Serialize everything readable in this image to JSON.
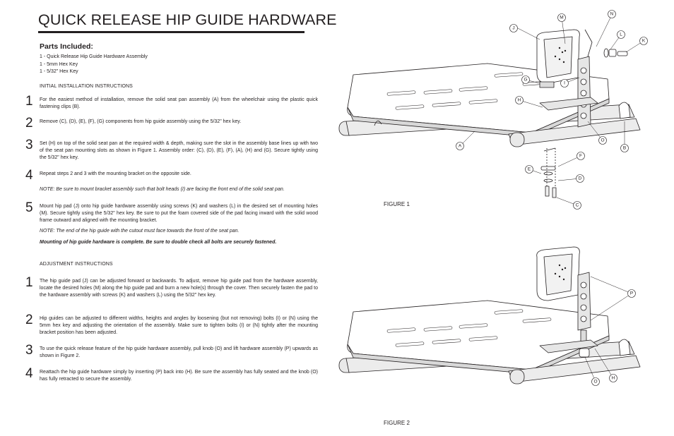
{
  "title": "QUICK RELEASE HIP GUIDE HARDWARE",
  "parts": {
    "heading": "Parts Included:",
    "items": [
      "1 - Quick Release Hip Guide Hardware Assembly",
      "1 - 5mm Hex Key",
      "1 - 5/32\" Hex Key"
    ]
  },
  "installation": {
    "heading": "INITIAL INSTALLATION INSTRUCTIONS",
    "steps": [
      {
        "num": "1",
        "text": "For the easiest method of installation, remove the solid seat pan assembly (A) from the wheelchair using the plastic quick fastening clips (B)."
      },
      {
        "num": "2",
        "text": "Remove (C), (D), (E), (F), (G) components from hip guide assembly using the 5/32\" hex key."
      },
      {
        "num": "3",
        "text": "Set (H) on top of the solid seat pan at the required width & depth, making sure the slot in the assembly base lines up with two of the seat pan mounting slots as shown in Figure 1.  Assembly order: (C), (D), (E), (F), (A), (H) and (G).  Secure tightly using the 5/32\" hex key."
      },
      {
        "num": "4",
        "text": "Repeat steps 2 and 3 with the mounting bracket on the opposite side."
      },
      {
        "num": "5",
        "text": "Mount hip pad (J) onto hip guide hardware assembly using screws (K) and washers (L) in the desired set of mounting holes (M).  Secure tightly using the 5/32\" hex key.  Be sure to put the foam covered side of the pad facing inward with the solid wood frame outward and aligned with the mounting bracket."
      }
    ],
    "note1": "NOTE: Be sure to mount bracket assembly such that bolt heads (I) are facing the front end of the solid seat pan.",
    "note2": "NOTE: The end of the hip guide with the cutout must face towards the front of the seat pan.",
    "note3": "Mounting of hip guide hardware is complete.  Be sure to double check all bolts are securely fastened."
  },
  "adjustment": {
    "heading": "ADJUSTMENT INSTRUCTIONS",
    "steps": [
      {
        "num": "1",
        "text": "The hip guide pad (J) can be adjusted forward or backwards.  To adjust, remove hip guide pad from the hardware assembly, locate the desired holes (M) along the hip guide pad and burn a new hole(s) through the cover.  Then securely fasten the pad to the hardware assembly with screws (K) and washers (L) using the 5/32\" hex key."
      },
      {
        "num": "2",
        "text": "Hip guides can be adjusted to different widths, heights and angles by loosening (but not removing) bolts (I) or (N) using the 5mm hex key and adjusting the orientation of the assembly.  Make sure to tighten bolts (I) or (N) tightly after the mounting bracket position has been adjusted."
      },
      {
        "num": "3",
        "text": "To use the quick release feature of the hip guide hardware assembly, pull knob (O) and lift hardware assembly (P) upwards as shown in Figure 2."
      },
      {
        "num": "4",
        "text": "Reattach the hip guide hardware simply by inserting (P) back into (H).  Be sure the assembly has fully seated and the knob (O) has fully retracted to secure the assembly."
      }
    ]
  },
  "figures": {
    "figure1_label": "FIGURE 1",
    "figure2_label": "FIGURE 2",
    "figure1_callouts": [
      "J",
      "M",
      "N",
      "L",
      "K",
      "G",
      "I",
      "H",
      "O",
      "B",
      "A",
      "F",
      "E",
      "D",
      "C"
    ],
    "figure2_callouts": [
      "P",
      "O",
      "H"
    ]
  }
}
